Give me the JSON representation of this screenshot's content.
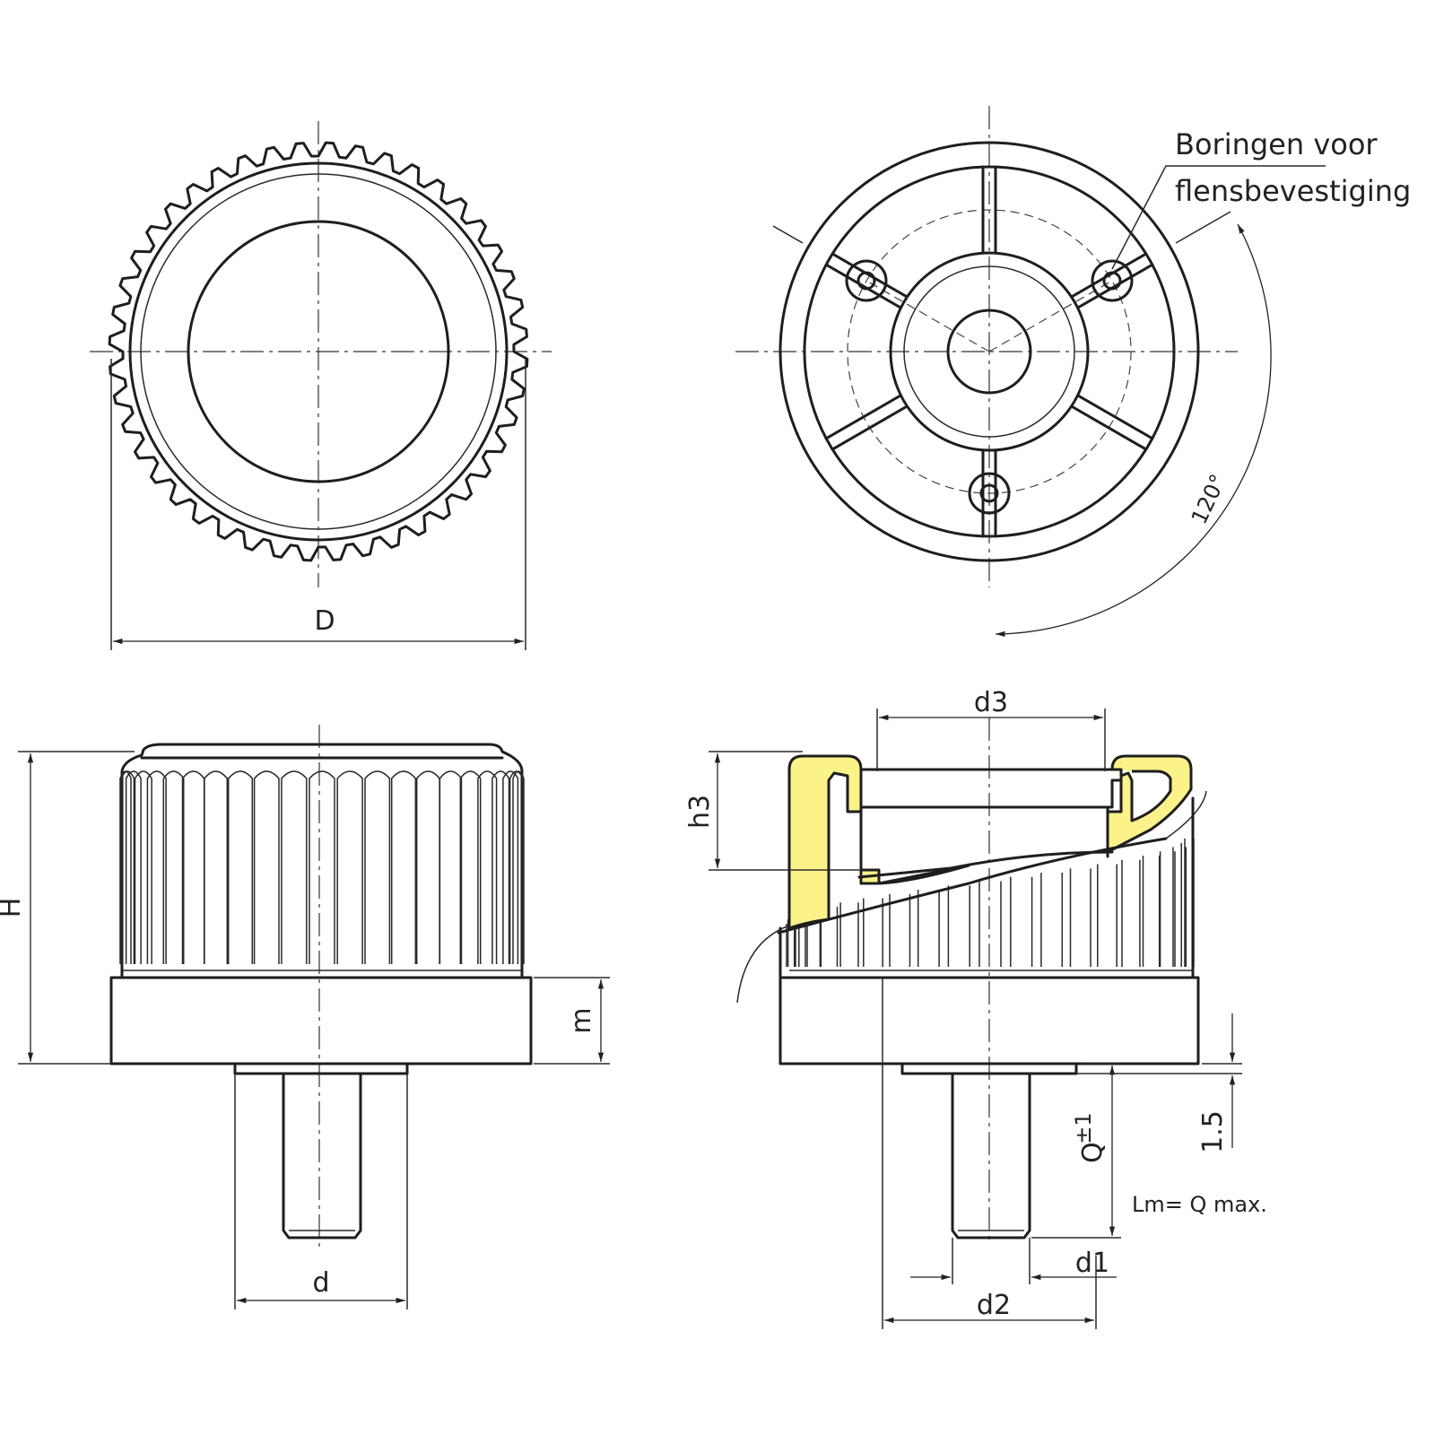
{
  "views": {
    "top": {
      "dimension_label": "D"
    },
    "bottom": {
      "note_line1": "Boringen voor",
      "note_line2": "flensbevestiging",
      "angle_label": "120°"
    },
    "side": {
      "labels": {
        "height": "H",
        "m": "m",
        "d": "d"
      }
    },
    "section": {
      "labels": {
        "d3": "d3",
        "h3": "h3",
        "q": "Q",
        "q_tol": "±1",
        "lm": "Lm= Q max.",
        "d1": "d1",
        "d2": "d2",
        "gap": "1.5"
      }
    }
  },
  "colors": {
    "section_fill": "#fbf28a",
    "line": "#1e1e1e"
  }
}
